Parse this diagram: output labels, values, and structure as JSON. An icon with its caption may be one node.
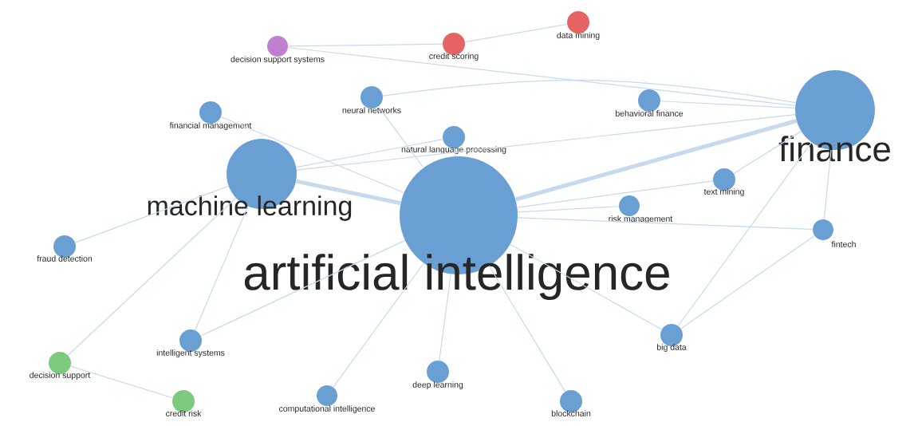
{
  "diagram": {
    "nodes": [
      {
        "text": [
          "data mining"
        ]
      },
      {
        "text": [
          "decision support systems"
        ]
      },
      {
        "text": [
          "credit scoring"
        ]
      },
      {
        "text": [
          "neural networks"
        ]
      },
      {
        "text": [
          "behavioral finance"
        ]
      },
      {
        "text": [
          "financial management"
        ]
      },
      {
        "text": [
          "finance"
        ]
      },
      {
        "text": [
          "natural language processing"
        ]
      },
      {
        "text": [
          "machine learning"
        ]
      },
      {
        "text": [
          "text mining"
        ]
      },
      {
        "text": [
          "artificial intelligence"
        ]
      },
      {
        "text": [
          "risk management"
        ]
      },
      {
        "text": [
          "fintech"
        ]
      },
      {
        "text": [
          "fraud detection"
        ]
      },
      {
        "text": [
          "big data"
        ]
      },
      {
        "text": [
          "intelligent systems"
        ]
      },
      {
        "text": [
          "decision support"
        ]
      },
      {
        "text": [
          "deep learning"
        ]
      },
      {
        "text": [
          "credit risk"
        ]
      },
      {
        "text": [
          "computational intelligence"
        ]
      },
      {
        "text": [
          "blockchain"
        ]
      }
    ],
    "edges": [
      {
        "from": 10,
        "to": 6,
        "arrow": "none",
        "style": "thick"
      },
      {
        "from": 8,
        "to": 10,
        "arrow": "none",
        "style": "thick"
      },
      {
        "from": 8,
        "to": 6,
        "arrow": "none"
      },
      {
        "from": 10,
        "to": 3,
        "arrow": "none"
      },
      {
        "from": 10,
        "to": 7,
        "arrow": "none"
      },
      {
        "from": 10,
        "to": 11,
        "arrow": "none"
      },
      {
        "from": 10,
        "to": 12,
        "arrow": "none"
      },
      {
        "from": 10,
        "to": 9,
        "arrow": "none"
      },
      {
        "from": 10,
        "to": 14,
        "arrow": "none"
      },
      {
        "from": 10,
        "to": 17,
        "arrow": "none"
      },
      {
        "from": 10,
        "to": 20,
        "arrow": "none"
      },
      {
        "from": 10,
        "to": 15,
        "arrow": "none"
      },
      {
        "from": 10,
        "to": 19,
        "arrow": "none"
      },
      {
        "from": 10,
        "to": 5,
        "arrow": "none"
      },
      {
        "from": 8,
        "to": 7,
        "arrow": "none"
      },
      {
        "from": 8,
        "to": 13,
        "arrow": "none"
      },
      {
        "from": 8,
        "to": 15,
        "arrow": "none"
      },
      {
        "from": 6,
        "to": 12,
        "arrow": "none"
      },
      {
        "from": 6,
        "to": 9,
        "arrow": "none"
      },
      {
        "from": 6,
        "to": 4,
        "arrow": "none"
      },
      {
        "from": 6,
        "to": 3,
        "arrow": "none"
      },
      {
        "from": 6,
        "to": 1,
        "arrow": "none"
      },
      {
        "from": 6,
        "to": 14,
        "arrow": "none"
      },
      {
        "from": 1,
        "to": 2,
        "arrow": "none"
      },
      {
        "from": 2,
        "to": 0,
        "arrow": "none"
      },
      {
        "from": 14,
        "to": 12,
        "arrow": "none"
      },
      {
        "from": 16,
        "to": 18,
        "arrow": "none"
      },
      {
        "from": 16,
        "to": 8,
        "arrow": "none"
      }
    ]
  }
}
